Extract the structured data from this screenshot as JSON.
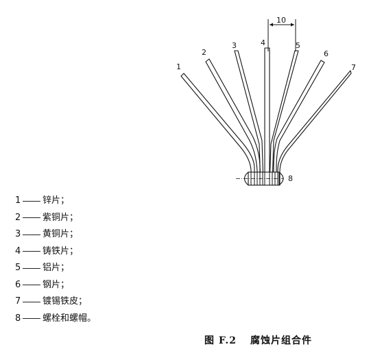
{
  "diagram": {
    "strip_labels": [
      "1",
      "2",
      "3",
      "4",
      "5",
      "6",
      "7"
    ],
    "bolt_label": "8",
    "dimension": "10"
  },
  "legend": [
    {
      "num": "1",
      "text": "锌片；"
    },
    {
      "num": "2",
      "text": "紫铜片；"
    },
    {
      "num": "3",
      "text": "黄铜片；"
    },
    {
      "num": "4",
      "text": "铸铁片；"
    },
    {
      "num": "5",
      "text": "铝片；"
    },
    {
      "num": "6",
      "text": "钢片；"
    },
    {
      "num": "7",
      "text": "镀锡铁皮；"
    },
    {
      "num": "8",
      "text": "螺栓和螺帽。"
    }
  ],
  "caption": {
    "figure_no": "图 F.2",
    "title": "腐蚀片组合件"
  }
}
